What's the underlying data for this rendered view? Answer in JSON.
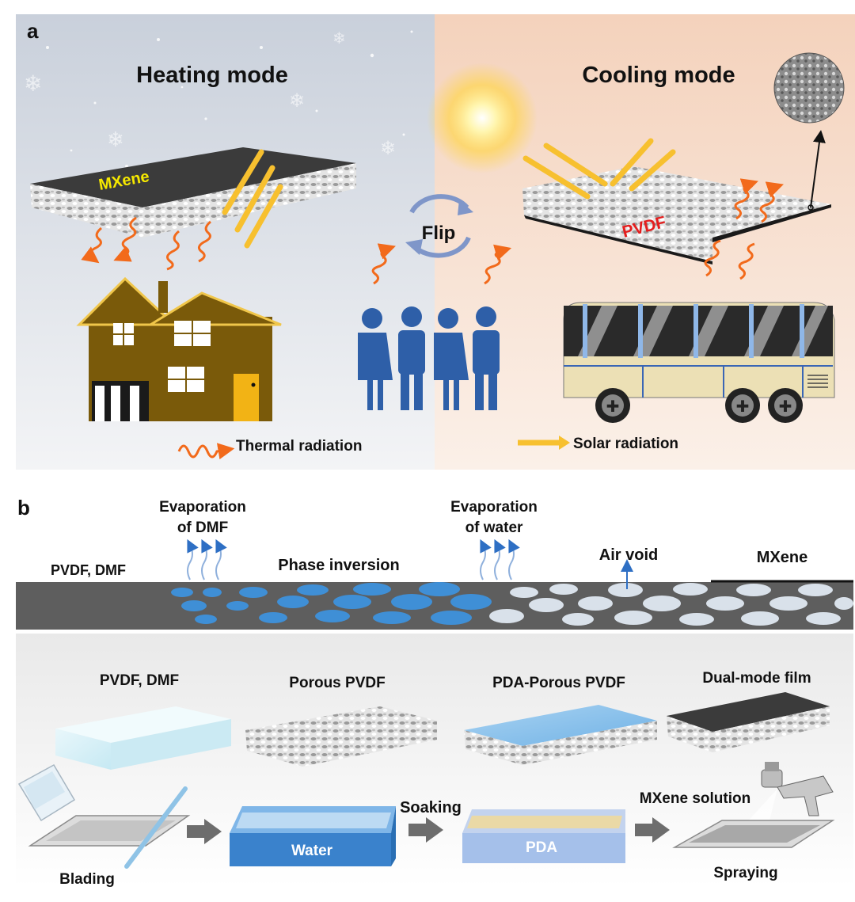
{
  "panel_a": {
    "label": "a",
    "heating_title": "Heating mode",
    "cooling_title": "Cooling mode",
    "mxene_label": "MXene",
    "pvdf_label": "PVDF",
    "flip_label": "Flip",
    "legend_thermal": "Thermal radiation",
    "legend_solar": "Solar radiation"
  },
  "panel_b": {
    "label": "b",
    "evap_dmf": [
      "Evaporation",
      "of DMF"
    ],
    "evap_water": [
      "Evaporation",
      "of water"
    ],
    "pvdf_dmf_strip": "PVDF, DMF",
    "phase_inversion": "Phase inversion",
    "air_void": "Air void",
    "mxene_strip": "MXene",
    "steps": {
      "pvdf_dmf": "PVDF, DMF",
      "porous_pvdf": "Porous PVDF",
      "pda_porous_pvdf": "PDA-Porous PVDF",
      "dual_mode_film": "Dual-mode film"
    },
    "blading": "Blading",
    "water": "Water",
    "soaking": "Soaking",
    "pda": "PDA",
    "mxene_solution": "MXene solution",
    "spraying": "Spraying"
  },
  "colors": {
    "thermal": "#f26a1b",
    "solar": "#f7c02f",
    "people": "#2e5fa8",
    "house": "#7a5a0a",
    "bus": "#ece0b5",
    "mxene_text": "#f5e800",
    "pvdf_text": "#e41e1e"
  }
}
